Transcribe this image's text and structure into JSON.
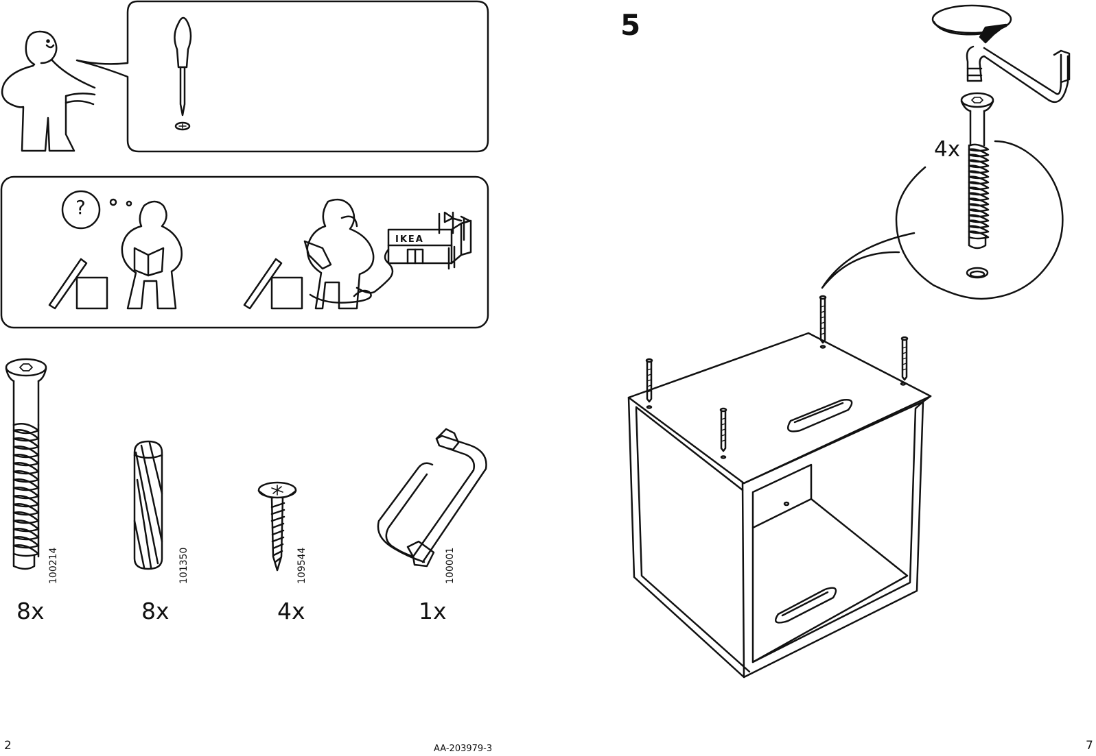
{
  "left_page": {
    "page_number": "2",
    "tools_panel": {
      "tool_icon": "phillips-screwdriver-icon"
    },
    "help_panel": {
      "store_sign": "IKEA",
      "question_mark": "?"
    },
    "parts": [
      {
        "code": "100214",
        "quantity": "8x",
        "icon": "cam-bolt-icon"
      },
      {
        "code": "101350",
        "quantity": "8x",
        "icon": "wooden-dowel-icon"
      },
      {
        "code": "109544",
        "quantity": "4x",
        "icon": "wood-screw-icon"
      },
      {
        "code": "100001",
        "quantity": "1x",
        "icon": "allen-key-icon"
      }
    ]
  },
  "center": {
    "document_id": "AA-203979-3"
  },
  "right_page": {
    "page_number": "7",
    "step": {
      "number": "5",
      "detail_quantity": "4x"
    }
  }
}
